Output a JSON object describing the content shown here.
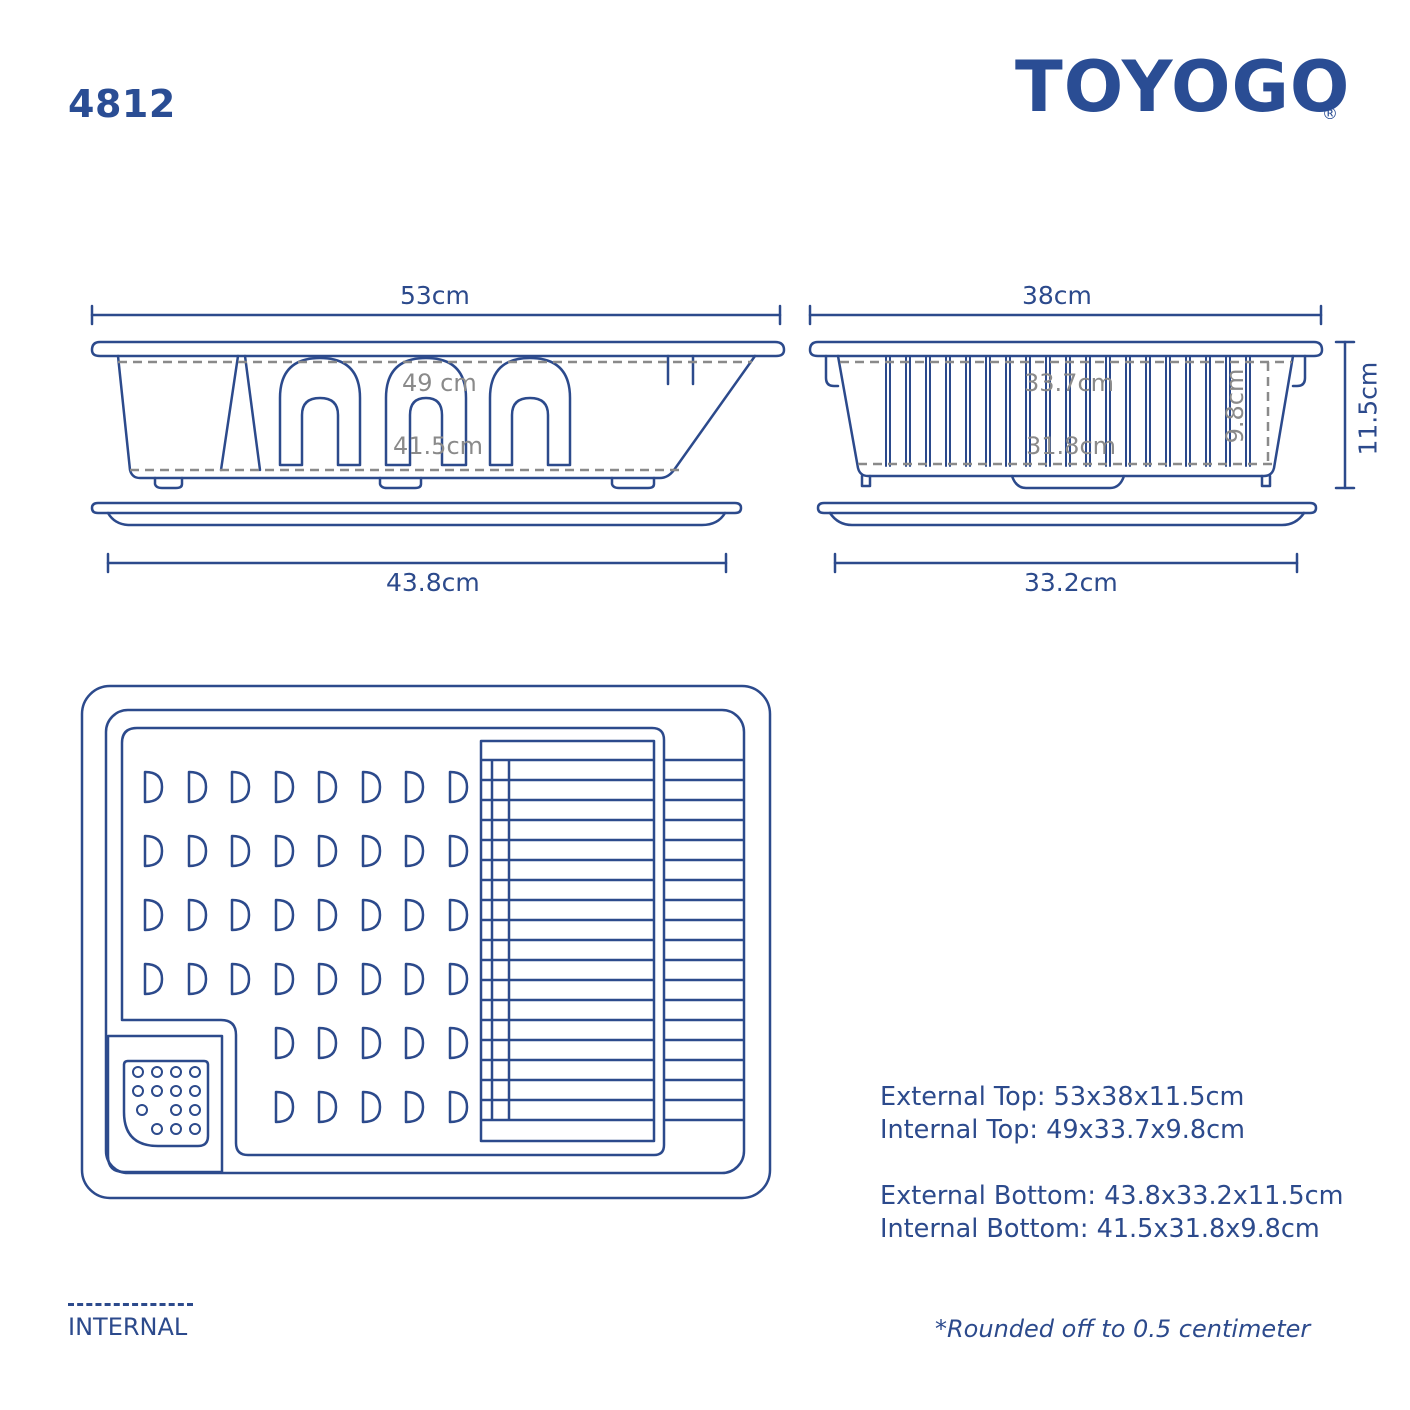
{
  "header": {
    "model": "4812",
    "brand": "TOYOGO",
    "registered_mark": "®"
  },
  "side_view": {
    "top_width": "53cm",
    "inner_top": "49 cm",
    "inner_bottom": "41.5cm",
    "bottom_width": "43.8cm"
  },
  "front_view": {
    "top_width": "38cm",
    "inner_top": "33.7cm",
    "inner_bottom": "31.8cm",
    "inner_height": "9.8cm",
    "outer_height": "11.5cm",
    "bottom_width": "33.2cm"
  },
  "specs": {
    "external_top": "External Top:  53x38x11.5cm",
    "internal_top": "Internal Top: 49x33.7x9.8cm",
    "external_bottom": "External Bottom: 43.8x33.2x11.5cm",
    "internal_bottom": "Internal Bottom: 41.5x31.8x9.8cm"
  },
  "legend": {
    "internal_label": "INTERNAL"
  },
  "footnote": "*Rounded off to 0.5 centimeter",
  "colors": {
    "line": "#2c4a8c",
    "internal_dashed": "#8a8a8a",
    "brand": "#2a4d94"
  }
}
